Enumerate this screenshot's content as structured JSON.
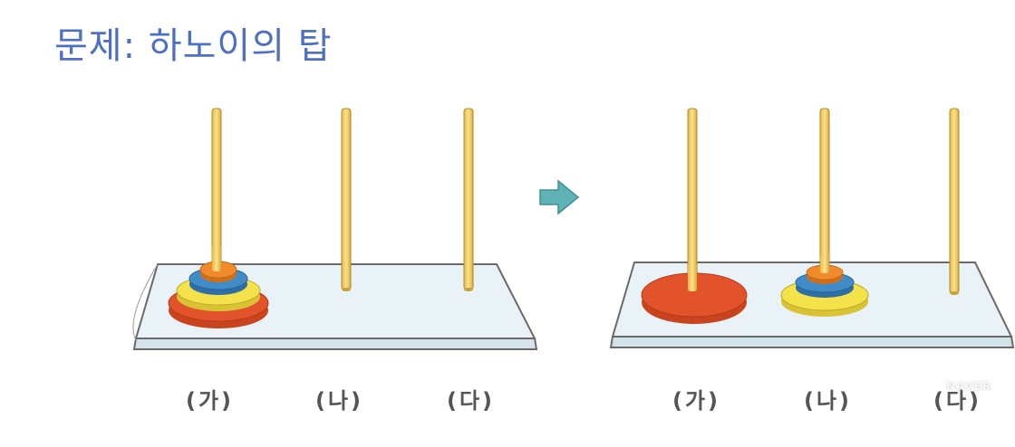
{
  "title": "문제: 하노이의 탑",
  "before": {
    "labels": [
      "(가)",
      "(나)",
      "(다)"
    ],
    "pegs": [
      {
        "disks": [
          "red",
          "yellow",
          "blue",
          "orange"
        ]
      },
      {
        "disks": []
      },
      {
        "disks": []
      }
    ]
  },
  "after": {
    "labels": [
      "(가)",
      "(나)",
      "(다)"
    ],
    "pegs": [
      {
        "disks": [
          "red"
        ]
      },
      {
        "disks": [
          "yellow",
          "blue",
          "orange"
        ]
      },
      {
        "disks": []
      }
    ]
  },
  "colors": {
    "title": "#4d6fc4",
    "red": "#e2532c",
    "yellow": "#f4e24a",
    "blue": "#3f8cc9",
    "orange": "#f08a2a",
    "peg": "#f3d36a",
    "board": "#e8f1f6",
    "arrow": "#5fb3b7"
  },
  "watermark": "NAVER"
}
